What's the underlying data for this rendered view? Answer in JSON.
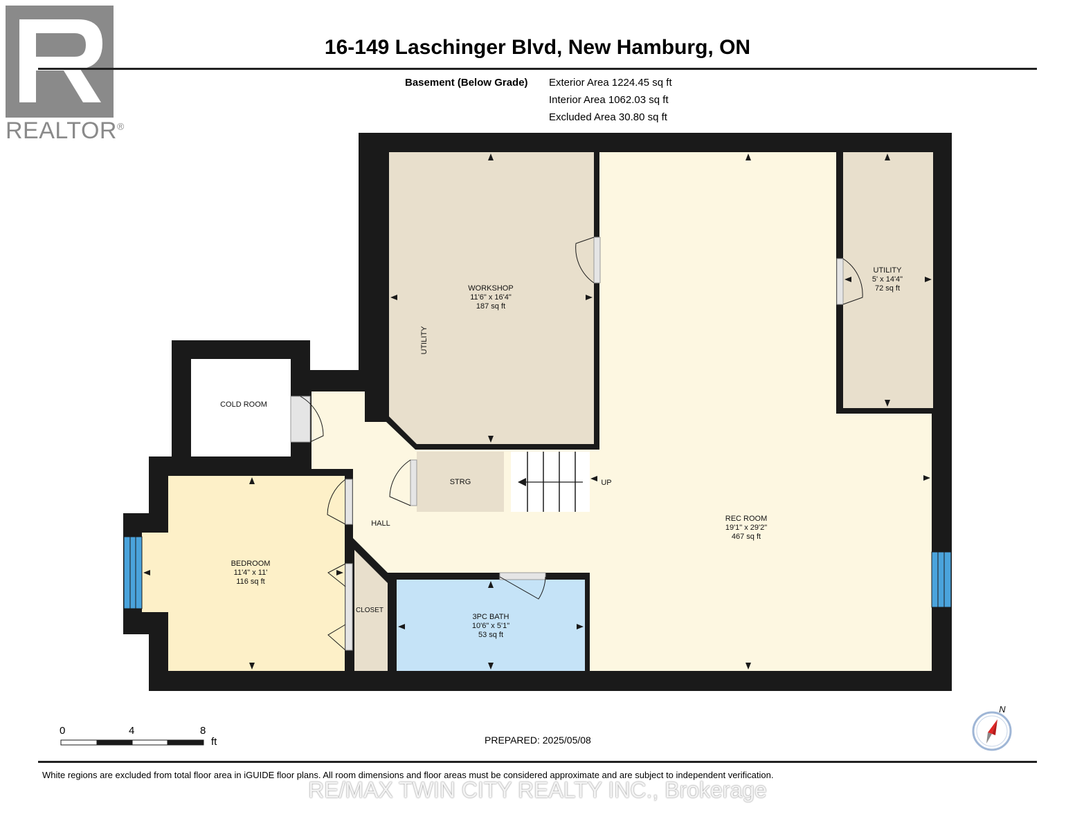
{
  "title": "16-149 Laschinger Blvd, New Hamburg, ON",
  "level_label": "Basement (Below Grade)",
  "areas": {
    "exterior": "Exterior Area 1224.45 sq ft",
    "interior": "Interior Area 1062.03 sq ft",
    "excluded": "Excluded Area 30.80 sq ft"
  },
  "logo": {
    "wordmark": "REALTOR",
    "registered": "®"
  },
  "rooms": {
    "workshop": {
      "name": "WORKSHOP",
      "dims": "11'6\" x 16'4\"",
      "area": "187 sq ft"
    },
    "utility_upper": {
      "name": "UTILITY",
      "dims": "5' x 14'4\"",
      "area": "72 sq ft"
    },
    "utility_label": "UTILITY",
    "cold_room": {
      "name": "COLD ROOM"
    },
    "strg": {
      "name": "STRG"
    },
    "stairs_label": "UP",
    "hall": {
      "name": "HALL"
    },
    "rec_room": {
      "name": "REC ROOM",
      "dims": "19'1\" x 29'2\"",
      "area": "467 sq ft"
    },
    "bedroom": {
      "name": "BEDROOM",
      "dims": "11'4\" x 11'",
      "area": "116 sq ft"
    },
    "closet": {
      "name": "CLOSET"
    },
    "bath": {
      "name": "3PC BATH",
      "dims": "10'6\" x 5'1\"",
      "area": "53 sq ft"
    }
  },
  "scale": {
    "ticks": [
      "0",
      "4",
      "8"
    ],
    "unit": "ft"
  },
  "compass": {
    "label": "N"
  },
  "prepared": "PREPARED: 2025/05/08",
  "footnote": "White regions are excluded from total floor area in iGUIDE floor plans. All room dimensions and floor areas must be considered approximate and are subject to independent verification.",
  "watermark": "RE/MAX TWIN CITY REALTY INC., Brokerage",
  "colors": {
    "wall": "#1a1a1a",
    "workshop": "#e8dfcc",
    "rec_room": "#fdf7e1",
    "bedroom": "#fdf0c8",
    "bath": "#c5e3f7",
    "excluded": "#ffffff",
    "window": "#4aa3dc",
    "logo": "#8a8a8a"
  }
}
